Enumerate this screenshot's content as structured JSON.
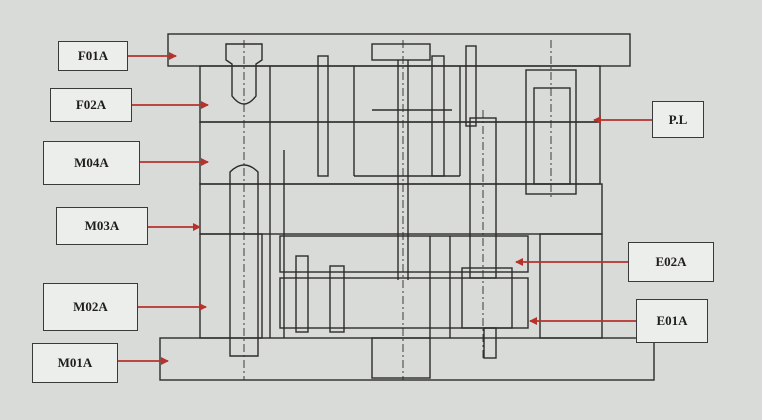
{
  "labels": {
    "f01a": "F01A",
    "f02a": "F02A",
    "m04a": "M04A",
    "m03a": "M03A",
    "m02a": "M02A",
    "m01a": "M01A",
    "pl": "P.L",
    "e02a": "E02A",
    "e01a": "E01A"
  },
  "colors": {
    "paper": "#d9dbd8",
    "line": "#2c2c2c",
    "arrow": "#b8322c"
  }
}
